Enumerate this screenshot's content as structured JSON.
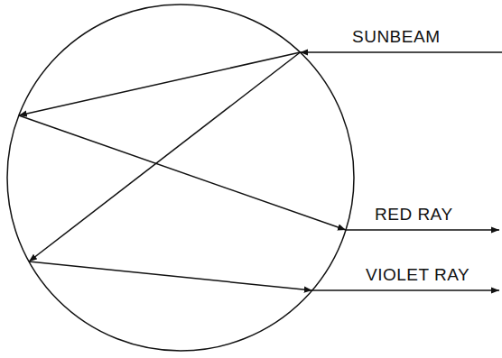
{
  "diagram": {
    "labels": [
      "SUNBEAM",
      "RED RAY",
      "VIOLET RAY"
    ]
  }
}
